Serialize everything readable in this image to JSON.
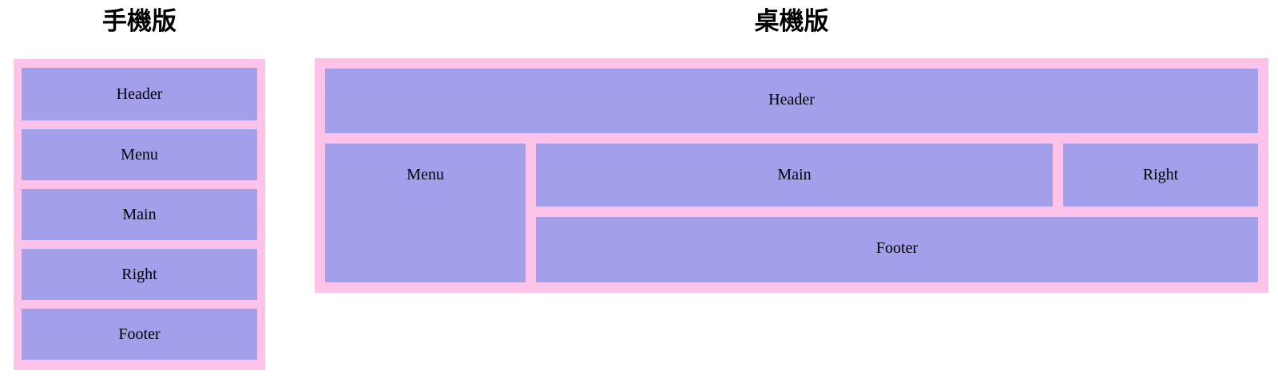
{
  "titles": {
    "mobile": "手機版",
    "desktop": "桌機版"
  },
  "mobile": {
    "items": [
      "Header",
      "Menu",
      "Main",
      "Right",
      "Footer"
    ]
  },
  "desktop": {
    "items": {
      "header": "Header",
      "menu": "Menu",
      "main": "Main",
      "right": "Right",
      "footer": "Footer"
    }
  },
  "colors": {
    "container_pink": "#ffc2e9",
    "box_purple": "#a3a0eb",
    "text": "#000000",
    "page_background": "#ffffff"
  }
}
